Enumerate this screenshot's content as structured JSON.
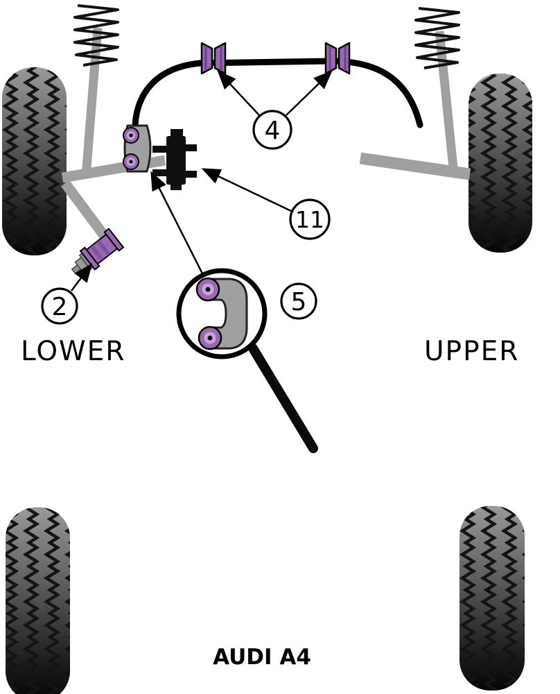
{
  "diagram": {
    "caption": "AUDI A4",
    "region_labels": {
      "lower": "LOWER",
      "upper": "UPPER"
    },
    "callouts": {
      "two": "2",
      "four": "4",
      "five": "5",
      "eleven": "11"
    },
    "colors": {
      "bushPurple": "#9a6ab0",
      "bushPurpleDark": "#6b4290",
      "bushPurpleLight": "#c7a6d8",
      "armGray": "#a0a0a0",
      "tireTop": "#9a9a9a",
      "tireMid": "#5c5c5c",
      "tireBottom": "#050505",
      "outline": "#000000"
    }
  }
}
